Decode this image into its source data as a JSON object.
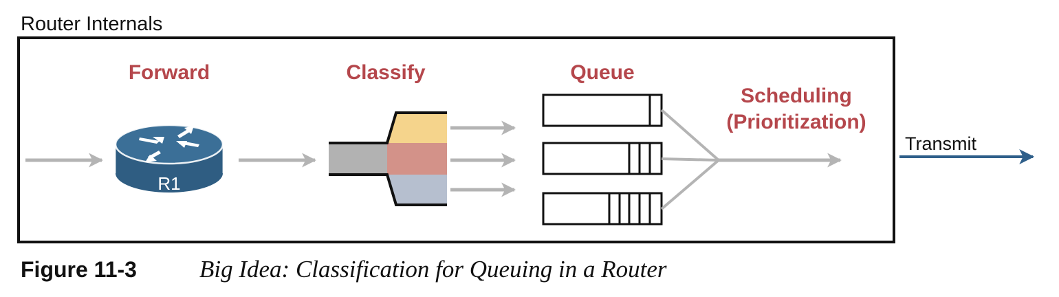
{
  "diagram": {
    "box_title": "Router Internals",
    "stages": {
      "forward": "Forward",
      "classify": "Classify",
      "queue": "Queue",
      "scheduling_line1": "Scheduling",
      "scheduling_line2": "(Prioritization)"
    },
    "router_label": "R1",
    "transmit_label": "Transmit",
    "colors": {
      "stage_text": "#b5474c",
      "arrow_gray": "#b4b4b4",
      "router_blue": "#2f5d82",
      "transmit_blue": "#2f5f8a",
      "class_yellow": "#f5d48c",
      "class_red": "#d39289",
      "class_blue": "#b6bfcf",
      "input_gray": "#b2b2b2"
    }
  },
  "caption": {
    "figure_number": "Figure 11-3",
    "text": "Big Idea: Classification for Queuing in a Router"
  }
}
